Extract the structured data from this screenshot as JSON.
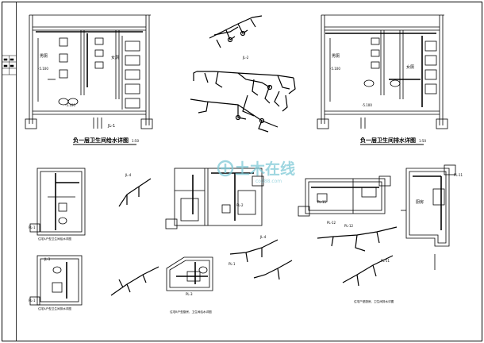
{
  "sheet": {
    "view_titles": {
      "supply_plan": "负一层卫生间给水详图",
      "drain_plan": "负一层卫生间排水详图",
      "scale_suffix": "1:50"
    },
    "room_labels": {
      "men": "男厕",
      "women": "女厕",
      "kitchen": "厨房"
    },
    "level_marks": {
      "floor_left": "-5.100",
      "floor_right": "-5.100",
      "sub_left": "-5.100",
      "sub_right": "-5.100"
    },
    "riser_tags": {
      "jl1": "JL-1",
      "jl2": "JL-2",
      "jl3": "JL-3",
      "jl4": "JL-4",
      "pl1": "PL-1",
      "pl2": "PL-2",
      "pl3": "PL-3",
      "pl11": "PL-11",
      "pl12": "PL-12",
      "pl15": "PL-15"
    },
    "sub_titles": {
      "a": "住宅A户型卫生间给水详图",
      "b": "住宅A户型卫生间排水详图",
      "c": "住宅B户型厨房、卫生间给水详图",
      "d": "住宅户型厨房、卫生间排水详图"
    },
    "watermark": {
      "brand": "土木在线",
      "url": "co188.com"
    },
    "colors": {
      "line": "#000000",
      "watermark": "#7ec9d6"
    }
  }
}
